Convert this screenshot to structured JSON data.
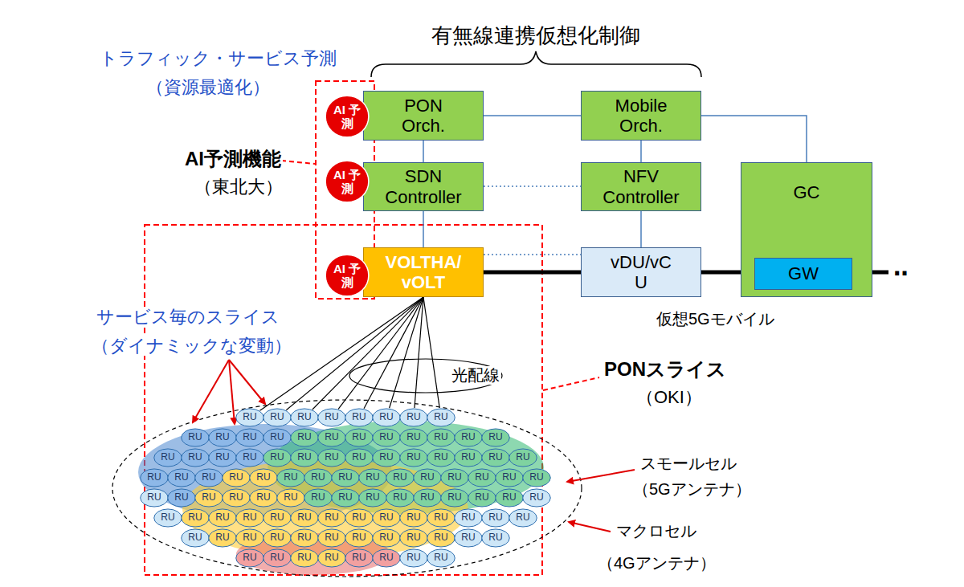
{
  "diagram": {
    "nodes": [
      {
        "text": [
          "AI 予測"
        ]
      },
      {
        "text": [
          "PON Orch."
        ]
      },
      {
        "text": [
          "Mobile Orch."
        ]
      },
      {
        "text": [
          "AI 予測"
        ]
      },
      {
        "text": [
          "SDN Controller"
        ]
      },
      {
        "text": [
          "NFV Controller"
        ]
      },
      {
        "text": [
          "GC"
        ]
      },
      {
        "text": [
          "GW"
        ],
        "in": 6
      },
      {
        "text": [
          "AI 予測"
        ]
      },
      {
        "text": [
          "VOLTHA/ vOLT"
        ]
      },
      {
        "text": [
          "vDU/vC U"
        ]
      },
      {
        "text": [
          "RU"
        ]
      },
      {
        "text": [
          "RU"
        ]
      },
      {
        "text": [
          "RU"
        ]
      },
      {
        "text": [
          "RU"
        ]
      },
      {
        "text": [
          "RU"
        ]
      },
      {
        "text": [
          "RU"
        ]
      },
      {
        "text": [
          "RU"
        ]
      },
      {
        "text": [
          "RU"
        ]
      },
      {
        "text": [
          "RU"
        ]
      },
      {
        "text": [
          "RU"
        ]
      },
      {
        "text": [
          "RU"
        ]
      },
      {
        "text": [
          "RU"
        ]
      },
      {
        "text": [
          "RU"
        ]
      },
      {
        "text": [
          "RU"
        ]
      },
      {
        "text": [
          "RU"
        ]
      },
      {
        "text": [
          "RU"
        ]
      },
      {
        "text": [
          "RU"
        ]
      },
      {
        "text": [
          "RU"
        ]
      },
      {
        "text": [
          "RU"
        ]
      },
      {
        "text": [
          "RU"
        ]
      },
      {
        "text": [
          "RU"
        ]
      },
      {
        "text": [
          "RU"
        ]
      },
      {
        "text": [
          "RU"
        ]
      },
      {
        "text": [
          "RU"
        ]
      },
      {
        "text": [
          "RU"
        ]
      },
      {
        "text": [
          "RU"
        ]
      },
      {
        "text": [
          "RU"
        ]
      },
      {
        "text": [
          "RU"
        ]
      },
      {
        "text": [
          "RU"
        ]
      },
      {
        "text": [
          "RU"
        ]
      },
      {
        "text": [
          "RU"
        ]
      },
      {
        "text": [
          "RU"
        ]
      },
      {
        "text": [
          "RU"
        ]
      },
      {
        "text": [
          "RU"
        ]
      },
      {
        "text": [
          "RU"
        ]
      },
      {
        "text": [
          "RU"
        ]
      },
      {
        "text": [
          "RU"
        ]
      },
      {
        "text": [
          "RU"
        ]
      },
      {
        "text": [
          "RU"
        ]
      },
      {
        "text": [
          "RU"
        ]
      },
      {
        "text": [
          "RU"
        ]
      },
      {
        "text": [
          "RU"
        ]
      },
      {
        "text": [
          "RU"
        ]
      },
      {
        "text": [
          "RU"
        ]
      },
      {
        "text": [
          "RU"
        ]
      },
      {
        "text": [
          "RU"
        ]
      },
      {
        "text": [
          "RU"
        ]
      },
      {
        "text": [
          "RU"
        ]
      },
      {
        "text": [
          "RU"
        ]
      },
      {
        "text": [
          "RU"
        ]
      },
      {
        "text": [
          "RU"
        ]
      },
      {
        "text": [
          "RU"
        ]
      },
      {
        "text": [
          "RU"
        ]
      },
      {
        "text": [
          "RU"
        ]
      },
      {
        "text": [
          "RU"
        ]
      },
      {
        "text": [
          "RU"
        ]
      },
      {
        "text": [
          "RU"
        ]
      },
      {
        "text": [
          "RU"
        ]
      },
      {
        "text": [
          "RU"
        ]
      },
      {
        "text": [
          "RU"
        ]
      },
      {
        "text": [
          "RU"
        ]
      },
      {
        "text": [
          "RU"
        ]
      },
      {
        "text": [
          "RU"
        ]
      },
      {
        "text": [
          "RU"
        ]
      },
      {
        "text": [
          "RU"
        ]
      },
      {
        "text": [
          "RU"
        ]
      },
      {
        "text": [
          "RU"
        ]
      },
      {
        "text": [
          "RU"
        ]
      },
      {
        "text": [
          "RU"
        ]
      },
      {
        "text": [
          "RU"
        ]
      },
      {
        "text": [
          "RU"
        ]
      },
      {
        "text": [
          "RU"
        ]
      },
      {
        "text": [
          "RU"
        ]
      },
      {
        "text": [
          "RU"
        ]
      },
      {
        "text": [
          "RU"
        ]
      },
      {
        "text": [
          "RU"
        ]
      },
      {
        "text": [
          "RU"
        ]
      },
      {
        "text": [
          "RU"
        ]
      },
      {
        "text": [
          "RU"
        ]
      },
      {
        "text": [
          "RU"
        ]
      },
      {
        "text": [
          "RU"
        ]
      },
      {
        "text": [
          "RU"
        ]
      },
      {
        "text": [
          "RU"
        ]
      },
      {
        "text": [
          "RU"
        ]
      },
      {
        "text": [
          "RU"
        ]
      },
      {
        "text": [
          "RU"
        ]
      },
      {
        "text": [
          "RU"
        ]
      },
      {
        "text": [
          "RU"
        ]
      },
      {
        "text": [
          "RU"
        ]
      },
      {
        "text": [
          "RU"
        ]
      },
      {
        "text": [
          "RU"
        ]
      },
      {
        "text": [
          "RU"
        ]
      },
      {
        "text": [
          "RU"
        ]
      },
      {
        "text": [
          "RU"
        ]
      },
      {
        "text": [
          "RU"
        ]
      },
      {
        "text": [
          "RU"
        ]
      },
      {
        "text": [
          "RU"
        ]
      },
      {
        "text": [
          "RU"
        ]
      }
    ],
    "edges": [
      {
        "from": 1,
        "to": 2,
        "arrow": "none"
      },
      {
        "from": 2,
        "to": 6,
        "arrow": "none"
      },
      {
        "from": 1,
        "to": 4,
        "arrow": "none"
      },
      {
        "from": 2,
        "to": 5,
        "arrow": "none"
      },
      {
        "from": 4,
        "to": 5,
        "arrow": "none"
      },
      {
        "from": 4,
        "to": 9,
        "arrow": "none"
      },
      {
        "from": 5,
        "to": 10,
        "arrow": "none"
      },
      {
        "from": 9,
        "to": 10,
        "arrow": "none"
      },
      {
        "from": 9,
        "to": 10,
        "arrow": "none"
      },
      {
        "from": 10,
        "to": 7,
        "arrow": "none"
      },
      {
        "from": 9,
        "to": 11,
        "arrow": "none"
      },
      {
        "from": 9,
        "to": 12,
        "arrow": "none"
      },
      {
        "from": 9,
        "to": 13,
        "arrow": "none"
      },
      {
        "from": 9,
        "to": 14,
        "arrow": "none"
      },
      {
        "from": 9,
        "to": 15,
        "arrow": "none"
      },
      {
        "from": 9,
        "to": 16,
        "arrow": "none"
      },
      {
        "from": 9,
        "to": 17,
        "arrow": "none"
      },
      {
        "from": 9,
        "to": 18,
        "arrow": "none"
      }
    ],
    "labels": [
      "有無線連携仮想化制御",
      "トラフィック・サービス予測",
      "（資源最適化）",
      "AI予測機能",
      "（東北大）",
      "サービス毎のスライス",
      "（ダイナミックな変動）",
      "光配線",
      "PONスライス",
      "（OKI）",
      "仮想5Gモバイル",
      "スモールセル",
      "（5Gアンテナ）",
      "マクロセル",
      "（4Gアンテナ）",
      "‥"
    ]
  }
}
